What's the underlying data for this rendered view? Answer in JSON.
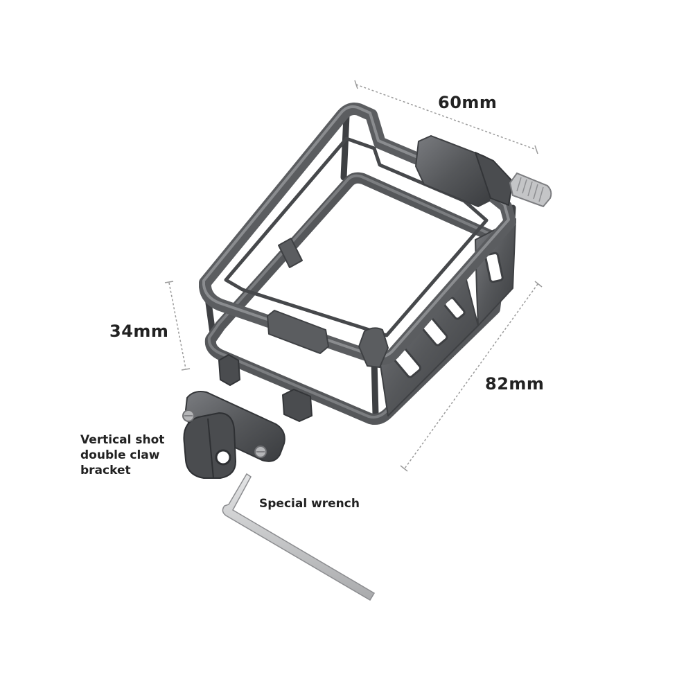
{
  "dimensions": {
    "width": "60mm",
    "height": "34mm",
    "length": "82mm"
  },
  "parts": {
    "bracket_line1": "Vertical shot",
    "bracket_line2": "double claw",
    "bracket_line3": "bracket",
    "wrench": "Special wrench"
  },
  "colors": {
    "frame": "#5b5d60",
    "frame_dark": "#3e4043",
    "frame_light": "#8a8c8f",
    "wrench": "#c9cacc",
    "screw": "#b5b6b8",
    "dimension_line": "#9a9a9a",
    "text": "#222222"
  }
}
